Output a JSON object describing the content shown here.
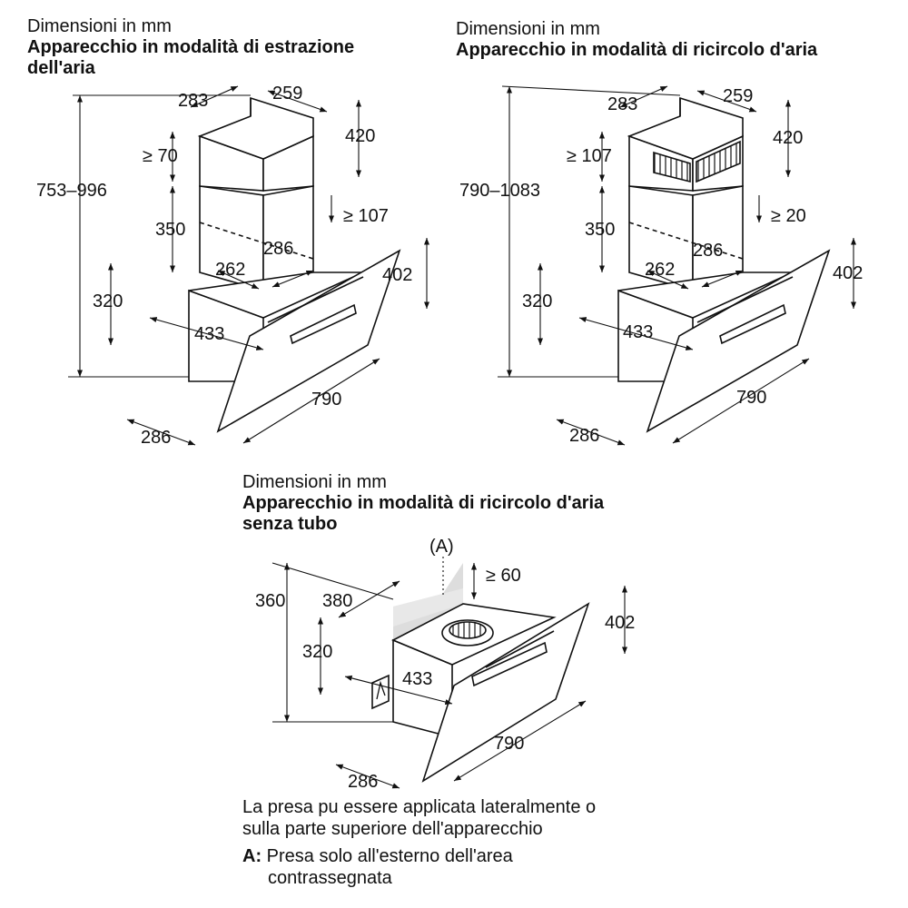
{
  "left": {
    "subtitle": "Dimensioni in mm",
    "title_line1": "Apparecchio in modalità di estrazione",
    "title_line2": "dell'aria",
    "dims": {
      "top_depth": "283",
      "top_width": "259",
      "upper_height": "420",
      "gap_top": "≥ 70",
      "gap_bottom": "≥ 107",
      "total_height": "753–996",
      "chimney_height": "350",
      "lower_depth": "286",
      "lower_width": "262",
      "panel_height": "402",
      "body_height": "320",
      "body_depth": "433",
      "width": "790",
      "base_depth": "286"
    }
  },
  "right": {
    "subtitle": "Dimensioni in mm",
    "title_line1": "Apparecchio in modalità di ricircolo d'aria",
    "dims": {
      "top_depth": "283",
      "top_width": "259",
      "upper_height": "420",
      "gap_top": "≥ 107",
      "gap_bottom": "≥ 20",
      "total_height": "790–1083",
      "chimney_height": "350",
      "lower_depth": "286",
      "lower_width": "262",
      "panel_height": "402",
      "body_height": "320",
      "body_depth": "433",
      "width": "790",
      "base_depth": "286"
    }
  },
  "bottom": {
    "subtitle": "Dimensioni in mm",
    "title_line1": "Apparecchio in modalità di ricircolo d'aria",
    "title_line2": "senza tubo",
    "dims": {
      "marker": "(A)",
      "clearance": "≥ 60",
      "total_height": "360",
      "top_depth": "380",
      "body_height": "320",
      "body_depth": "433",
      "panel_height": "402",
      "width": "790",
      "base_depth": "286"
    },
    "note_line1": "La presa pu essere applicata lateralmente o",
    "note_line2": "sulla parte superiore dell'apparecchio",
    "legend_key": "A:",
    "legend_line1": "Presa solo all'esterno dell'area",
    "legend_line2": "contrassegnata"
  }
}
